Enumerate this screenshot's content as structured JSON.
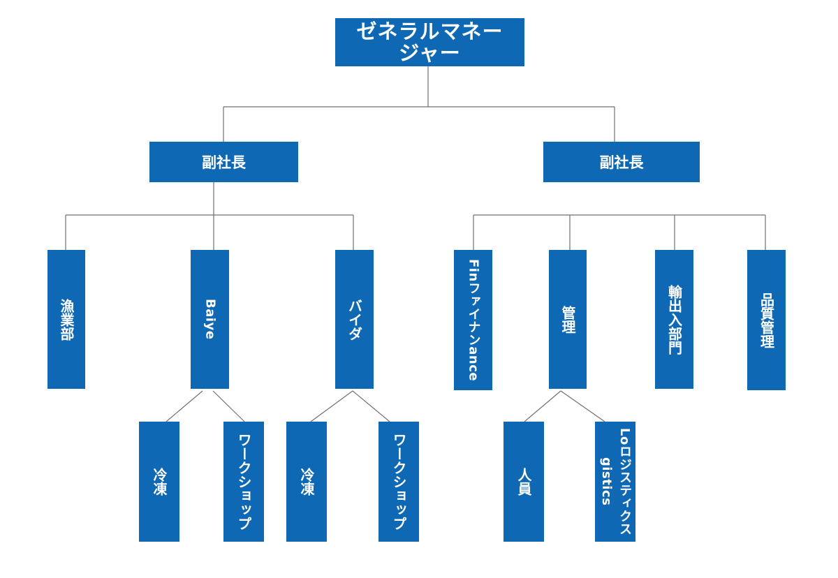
{
  "chart": {
    "root": {
      "label": "ゼネラルマネージャー"
    },
    "vp_left": {
      "label": "副社長"
    },
    "vp_right": {
      "label": "副社長"
    },
    "left_departments": [
      {
        "label": "漁業部"
      },
      {
        "label": "Baiye"
      },
      {
        "label": "バイダ"
      }
    ],
    "baiye_units": [
      {
        "label": "冷凍"
      },
      {
        "label": "ワークショップ"
      }
    ],
    "baida_units": [
      {
        "label": "冷凍"
      },
      {
        "label": "ワークショップ"
      }
    ],
    "right_departments": [
      {
        "label": "Finファイナンance"
      },
      {
        "label": "管理"
      },
      {
        "label": "輸出入部門"
      },
      {
        "label": "品質管理"
      }
    ],
    "management_units": [
      {
        "label": "人員"
      },
      {
        "label": "Loロジスティクスgistics"
      }
    ]
  },
  "colors": {
    "box": "#0f68b4",
    "box_text": "#ffffff",
    "connector": "#6f6f6f"
  }
}
